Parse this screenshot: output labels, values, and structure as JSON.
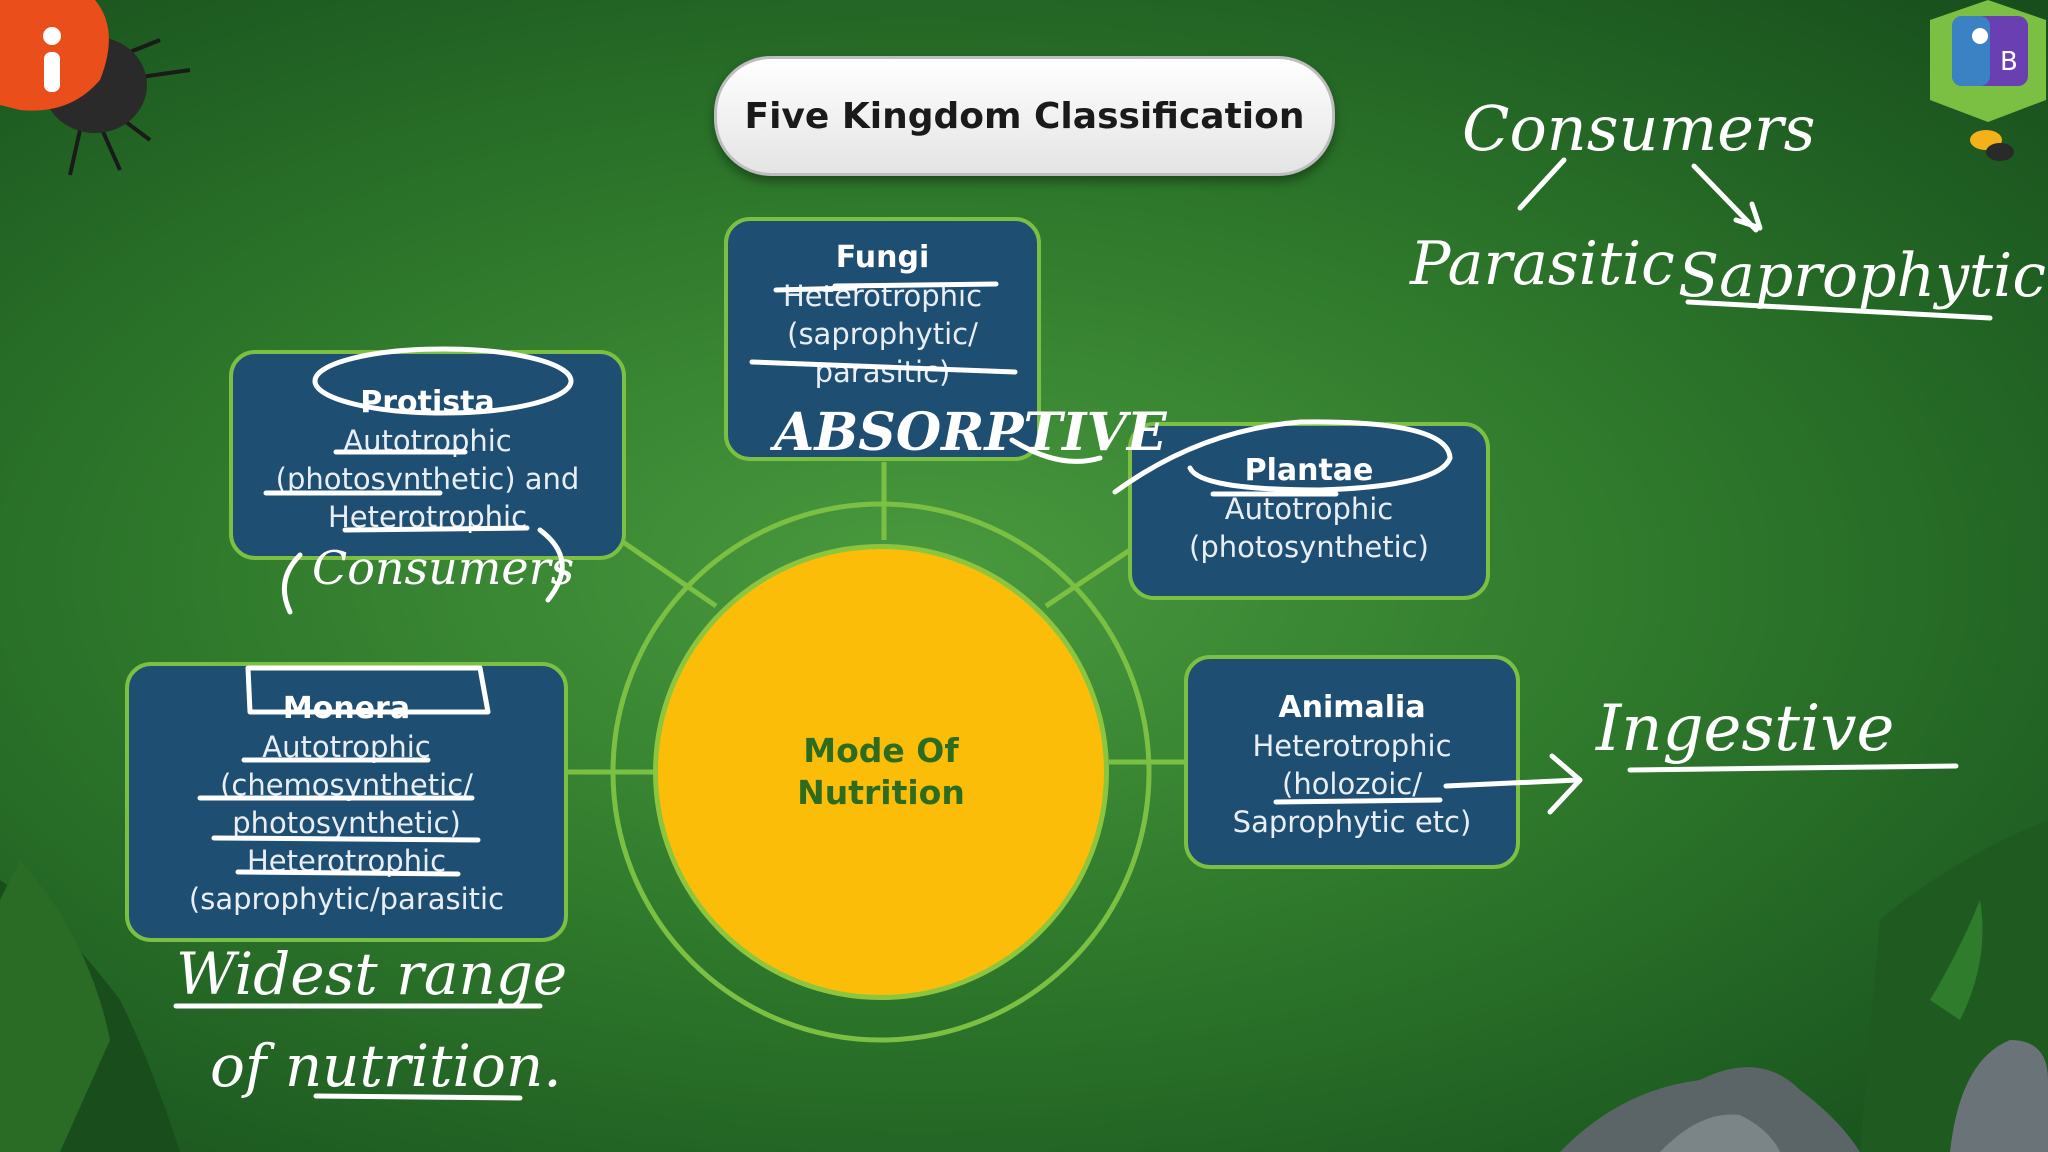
{
  "title": "Five Kingdom Classification",
  "center": {
    "label": "Mode Of Nutrition"
  },
  "kingdoms": {
    "fungi": {
      "name": "Fungi",
      "lines": [
        "Heterotrophic",
        "(saprophytic/",
        "parasitic)"
      ]
    },
    "protista": {
      "name": "Protista",
      "lines": [
        "Autotrophic",
        "(photosynthetic) and",
        "Heterotrophic"
      ]
    },
    "plantae": {
      "name": "Plantae",
      "lines": [
        "Autotrophic",
        "(photosynthetic)"
      ]
    },
    "monera": {
      "name": "Monera",
      "lines": [
        "Autotrophic",
        "(chemosynthetic/",
        "photosynthetic)",
        "Heterotrophic",
        "(saprophytic/parasitic"
      ]
    },
    "animalia": {
      "name": "Animalia",
      "lines": [
        "Heterotrophic",
        "(holozoic/",
        "Saprophytic etc)"
      ]
    }
  },
  "annotations": {
    "fungi": "ABSORPTIVE",
    "protista": "Consumers",
    "consumers": "Consumers",
    "parasitic": "Parasitic",
    "saprophytic": "Saprophytic",
    "animalia": "Ingestive",
    "monera_line1": "Widest range",
    "monera_line2": "of nutrition."
  },
  "colors": {
    "box_fill": "#1f4e73",
    "box_border": "#7cc043",
    "center_fill": "#fbbd08",
    "center_text": "#2d6b1f",
    "background": "#2f7a2c"
  }
}
